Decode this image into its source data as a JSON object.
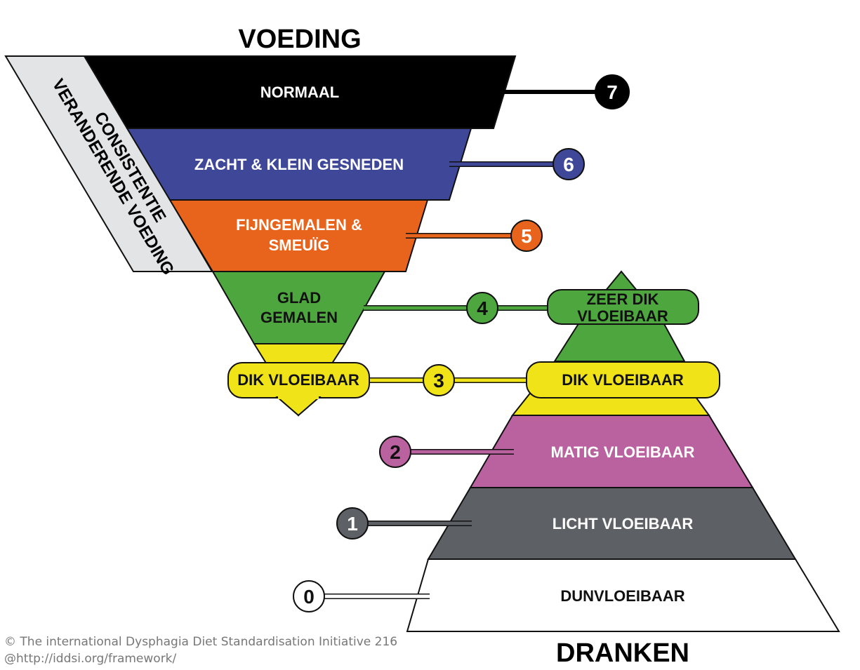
{
  "titles": {
    "food": "VOEDING",
    "drinks": "DRANKEN"
  },
  "side_label": {
    "line1": "CONSISTENTIE",
    "line2": "VERANDERENDE VOEDING"
  },
  "levels": {
    "l7": {
      "number": "7",
      "food": "NORMAAL",
      "color": "#000000"
    },
    "l6": {
      "number": "6",
      "food": "ZACHT & KLEIN GESNEDEN",
      "color": "#3f4799"
    },
    "l5": {
      "number": "5",
      "food_line1": "FIJNGEMALEN &",
      "food_line2": "SMEUÏG",
      "color": "#e8641c"
    },
    "l4": {
      "number": "4",
      "food_line1": "GLAD",
      "food_line2": "GEMALEN",
      "drink_line1": "ZEER DIK",
      "drink_line2": "VLOEIBAAR",
      "color": "#4ea63f"
    },
    "l3": {
      "number": "3",
      "food": "DIK VLOEIBAAR",
      "drink": "DIK VLOEIBAAR",
      "color": "#f0e418"
    },
    "l2": {
      "number": "2",
      "drink": "MATIG VLOEIBAAR",
      "color": "#b9629f"
    },
    "l1": {
      "number": "1",
      "drink": "LICHT VLOEIBAAR",
      "color": "#5d6166"
    },
    "l0": {
      "number": "0",
      "drink": "DUNVLOEIBAAR",
      "color": "#ffffff"
    }
  },
  "credit": {
    "line1": "© The international Dysphagia Diet Standardisation Initiative 216",
    "line2": "@http://iddsi.org/framework/"
  }
}
